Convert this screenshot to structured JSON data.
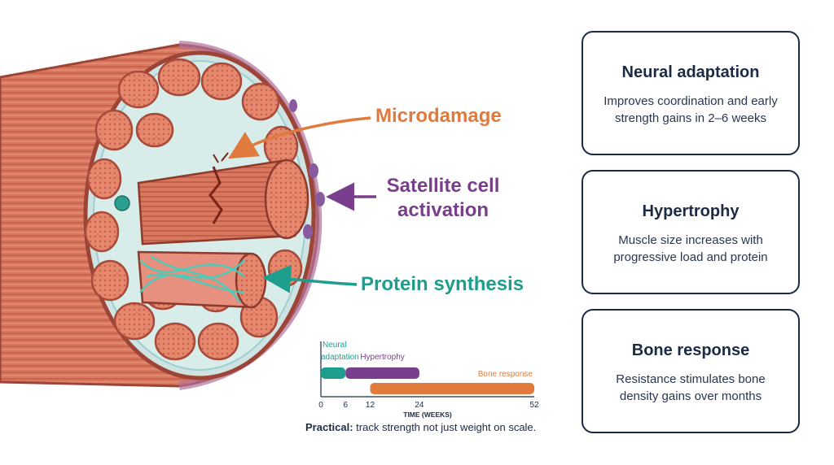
{
  "callouts": {
    "microdamage": "Microdamage",
    "satellite_line1": "Satellite cell",
    "satellite_line2": "activation",
    "protein": "Protein synthesis"
  },
  "cards": [
    {
      "title": "Neural adaptation",
      "text": "Improves coordination and early strength gains in 2–6 weeks"
    },
    {
      "title": "Hypertrophy",
      "text": "Muscle size increases with progressive load and protein"
    },
    {
      "title": "Bone response",
      "text": "Resistance stimulates bone density gains over months"
    }
  ],
  "timeline": {
    "xlabel": "TIME (WEEKS)",
    "ticks": [
      0,
      6,
      12,
      24,
      52
    ],
    "bars": [
      {
        "label_line1": "Neural",
        "label_line2": "adaptation",
        "start": 0,
        "end": 6,
        "color": "#1e9e8c"
      },
      {
        "label_line1": "Hypertrophy",
        "label_line2": "",
        "start": 6,
        "end": 24,
        "color": "#7a3f8c"
      },
      {
        "label_line1": "Bone response",
        "label_line2": "",
        "start": 12,
        "end": 52,
        "color": "#e07a3d"
      }
    ]
  },
  "practical": {
    "lead": "Practical:",
    "text": " track strength not just weight on scale."
  },
  "colors": {
    "orange": "#e07a3d",
    "purple": "#7a3f8c",
    "teal": "#1e9e8c",
    "navy": "#1c2a45",
    "muscle": "#d9775f"
  }
}
